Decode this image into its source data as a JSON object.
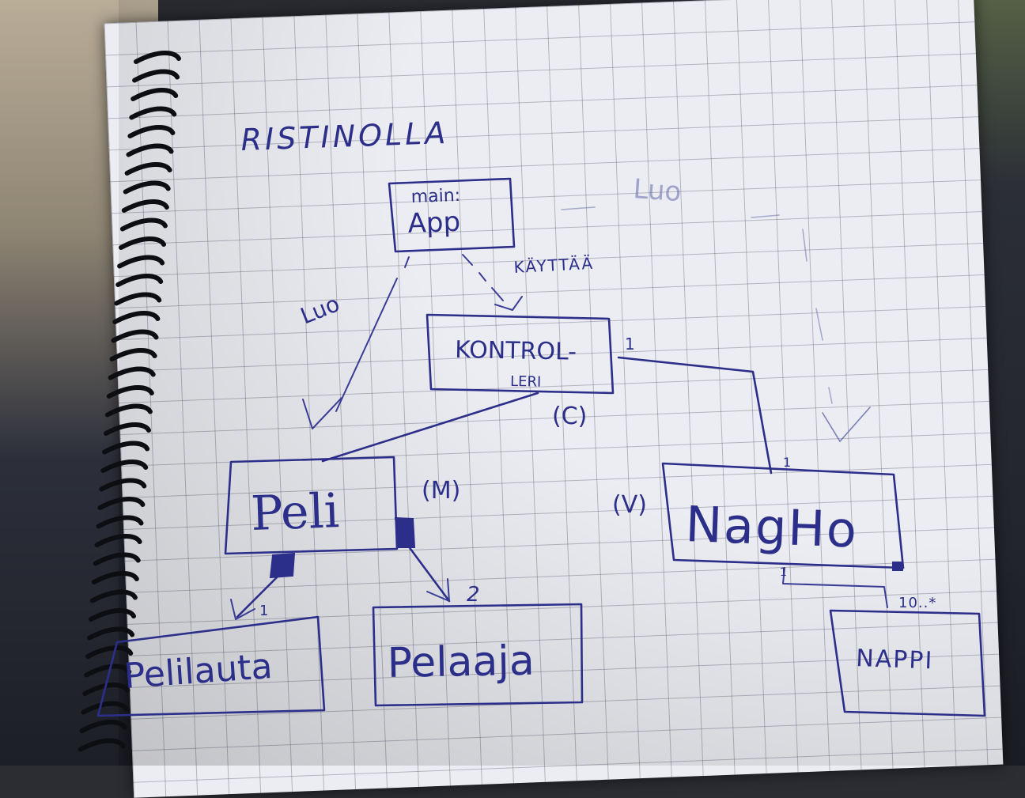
{
  "title": "RISTINOLLA",
  "classes": {
    "app": {
      "stereotype": "main:",
      "name": "App"
    },
    "kontrolleri": {
      "line1": "KONTROL-",
      "line2": "LERI",
      "tag": "(C)"
    },
    "peli": {
      "name": "Peli",
      "tag": "(M)"
    },
    "nakyma": {
      "name": "NagHo",
      "tag": "(V)"
    },
    "pelilauta": {
      "name": "Pelilauta"
    },
    "pelaaja": {
      "name": "Pelaaja"
    },
    "nappi": {
      "name": "NAPPI"
    }
  },
  "relations": {
    "luo_left": "Luo",
    "kayttaa": "KÄYTTÄÄ",
    "luo_right": "Luo",
    "mult_kontrolleri": "1",
    "mult_nakyma_top": "1",
    "mult_pelilauta": "1",
    "mult_pelaaja": "2",
    "mult_nakyma_bottom": "1",
    "mult_nappi": "10..*"
  },
  "colors": {
    "ink": "#2c2f8a",
    "paper": "#ecedf2",
    "grid": "#3c415a"
  }
}
